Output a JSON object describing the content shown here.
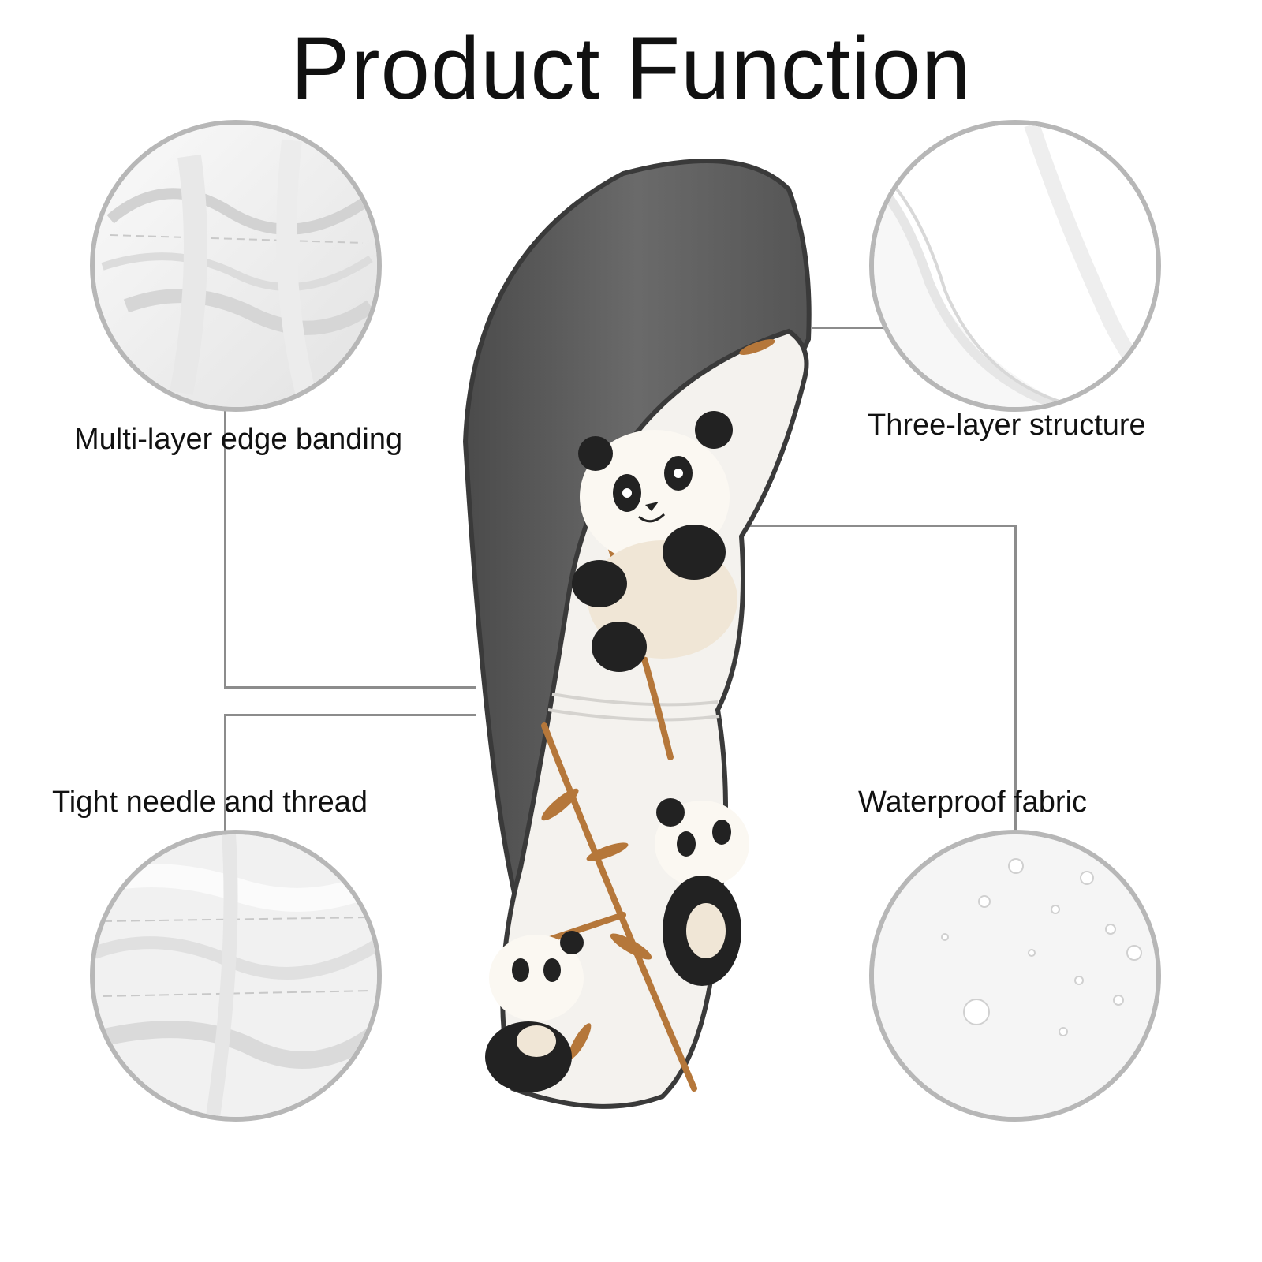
{
  "title": "Product Function",
  "features": {
    "edge_banding": "Multi-layer edge banding",
    "three_layer": "Three-layer structure",
    "needle_thread": "Tight needle and thread",
    "waterproof": "Waterproof fabric"
  },
  "colors": {
    "circle_border": "#b7b7b7",
    "callout_line": "#8c8c8c",
    "cover_grey": "#5a5a5a",
    "cover_white": "#f4f2ee",
    "bamboo": "#b5773a"
  }
}
